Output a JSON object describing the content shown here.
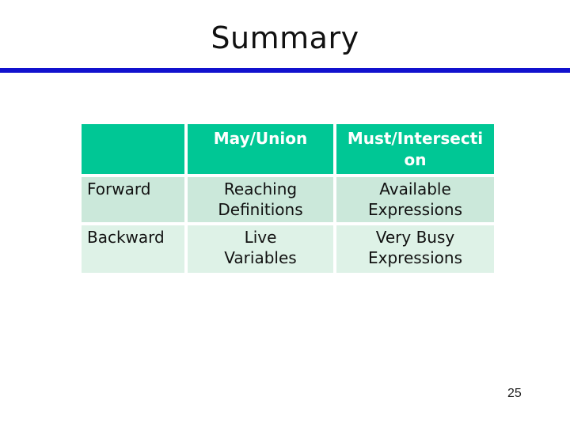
{
  "slide": {
    "title": "Summary",
    "page_number": "25"
  },
  "colors": {
    "title_rule": "#1111ce",
    "header_bg": "#00c795",
    "row1_bg": "#cbe8da",
    "row2_bg": "#def2e7",
    "header_text": "#ffffff",
    "body_text": "#111111"
  },
  "table": {
    "header": [
      "",
      "May/Union",
      "Must/Intersecti\non"
    ],
    "rows": [
      {
        "label": "Forward",
        "cells": [
          "Reaching\nDefinitions",
          "Available\nExpressions"
        ]
      },
      {
        "label": "Backward",
        "cells": [
          "Live\nVariables",
          "Very Busy\nExpressions"
        ]
      }
    ]
  }
}
